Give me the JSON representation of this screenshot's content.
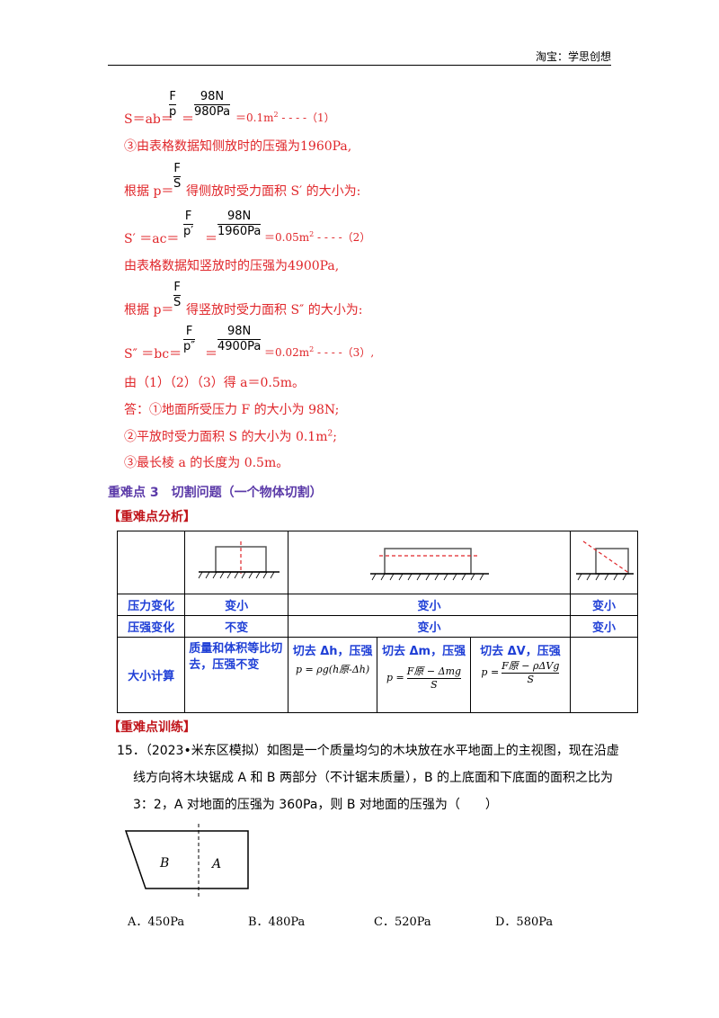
{
  "header": {
    "text": "淘宝：学思创想"
  },
  "lines": {
    "l1_prefix": "S＝ab＝",
    "l1_frac1_num": "F",
    "l1_frac1_den": "p",
    "l1_eq": "＝",
    "l1_frac2_num": "98N",
    "l1_frac2_den": "980Pa",
    "l1_result": "＝0.1m",
    "l1_sup": "2",
    "l1_tail": " - - - -（1）",
    "l2": "③由表格数据知侧放时的压强为1960Pa,",
    "l3_prefix": "根据 p＝",
    "l3_frac_num": "F",
    "l3_frac_den": "S",
    "l3_suffix": "得侧放时受力面积 S′ 的大小为:",
    "l4_prefix": "S′ ＝ac＝",
    "l4_frac1_num": "F",
    "l4_frac1_den": "p′",
    "l4_eq": "＝",
    "l4_frac2_num": "98N",
    "l4_frac2_den": "1960Pa",
    "l4_result": "＝0.05m",
    "l4_sup": "2",
    "l4_tail": " - - - -（2）",
    "l5": "由表格数据知竖放时的压强为4900Pa,",
    "l6_prefix": "根据 p＝",
    "l6_frac_num": "F",
    "l6_frac_den": "S",
    "l6_suffix": "得竖放时受力面积 S″ 的大小为:",
    "l7_prefix": "S″ ＝bc＝",
    "l7_frac1_num": "F",
    "l7_frac1_den": "p″",
    "l7_eq": "＝",
    "l7_frac2_num": "98N",
    "l7_frac2_den": "4900Pa",
    "l7_result": "＝0.02m",
    "l7_sup": "2",
    "l7_tail": " - - - -（3）,",
    "l8": "由（1）（2）（3）得 a＝0.5m。",
    "l9": "答：①地面所受压力 F 的大小为 98N;",
    "l10_a": "②平放时受力面积 S 的大小为 0.1m",
    "l10_sup": "2",
    "l10_b": ";",
    "l11": "③最长棱 a 的长度为 0.5m。"
  },
  "section": {
    "title": "重难点 3　切割问题（一个物体切割）",
    "analysis": "【重难点分析】",
    "training": "【重难点训练】"
  },
  "table": {
    "row_pressure_label": "压力变化",
    "row_pressure_c1": "变小",
    "row_pressure_c2": "变小",
    "row_pressure_c3": "变小",
    "row_stress_label": "压强变化",
    "row_stress_c1": "不变",
    "row_stress_c2": "变小",
    "row_stress_c3": "变小",
    "row_calc_label": "大小计算",
    "calc_c1": "质量和体积等比切去，压强不变",
    "calc_c2_title": "切去 Δh，压强",
    "calc_c2_formula": "p = ρg(h原-Δh)",
    "calc_c3_title": "切去 Δm，压强",
    "calc_c3_num": "F原 − Δmg",
    "calc_c3_den": "S",
    "calc_c3_p": "p =",
    "calc_c4_title": "切去 ΔV，压强",
    "calc_c4_num": "F原 − ρΔVg",
    "calc_c4_den": "S",
    "calc_c4_p": "p ="
  },
  "question": {
    "line1": "15．（2023•米东区模拟）如图是一个质量均匀的木块放在水平地面上的主视图，现在沿虚",
    "line2": "线方向将木块锯成 A 和 B 两部分（不计锯末质量），B 的上底面和下底面的面积之比为",
    "line3": "3：2，A 对地面的压强为 360Pa，则 B 对地面的压强为（　　）",
    "fig_b": "B",
    "fig_a": "A",
    "options": [
      "A．450Pa",
      "B．480Pa",
      "C．520Pa",
      "D．580Pa"
    ]
  }
}
